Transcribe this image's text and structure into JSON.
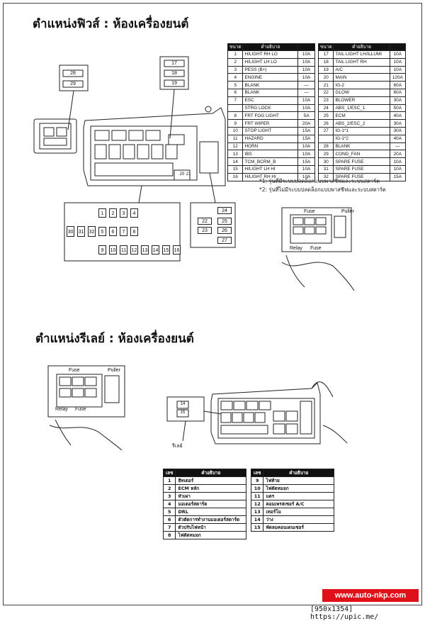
{
  "fuse_section": {
    "title": "ตำแหน่งฟิวส์ : ห้องเครื่องยนต์",
    "table_header": {
      "no": "ขนาด",
      "desc": "คำอธิบาย",
      "amp": ""
    },
    "fuses_left": [
      {
        "no": "1",
        "desc": "H/LIGHT RH LO",
        "amp": "10A"
      },
      {
        "no": "2",
        "desc": "H/LIGHT LH LO",
        "amp": "10A"
      },
      {
        "no": "3",
        "desc": "PESS (B+)",
        "amp": "10A"
      },
      {
        "no": "4",
        "desc": "ENGINE",
        "amp": "10A"
      },
      {
        "no": "5",
        "desc": "BLANK",
        "amp": "—"
      },
      {
        "no": "6",
        "desc": "BLANK",
        "amp": "—"
      },
      {
        "no": "7",
        "desc": "ESC",
        "amp": "10A"
      },
      {
        "no": "",
        "desc": "STRG LOCK",
        "amp": "10A"
      },
      {
        "no": "8",
        "desc": "FRT FOG LIGHT",
        "amp": "5A"
      },
      {
        "no": "9",
        "desc": "FRT WIPER",
        "amp": "20A"
      },
      {
        "no": "10",
        "desc": "STOP LIGHT",
        "amp": "15A"
      },
      {
        "no": "11",
        "desc": "HAZARD",
        "amp": "15A"
      },
      {
        "no": "12",
        "desc": "HORN",
        "amp": "10A"
      },
      {
        "no": "13",
        "desc": "IBS",
        "amp": "10A"
      },
      {
        "no": "14",
        "desc": "TCM_BCRM_B",
        "amp": "15A"
      },
      {
        "no": "15",
        "desc": "H/LIGHT LH HI",
        "amp": "10A"
      },
      {
        "no": "16",
        "desc": "H/LIGHT RH HI",
        "amp": "10A"
      }
    ],
    "fuses_right": [
      {
        "no": "17",
        "desc": "TAIL LIGHT LH/ILLUMI",
        "amp": "10A"
      },
      {
        "no": "18",
        "desc": "TAIL LIGHT RH",
        "amp": "10A"
      },
      {
        "no": "19",
        "desc": "A/C",
        "amp": "10A"
      },
      {
        "no": "20",
        "desc": "MAIN",
        "amp": "120A"
      },
      {
        "no": "21",
        "desc": "IG-2",
        "amp": "60A"
      },
      {
        "no": "22",
        "desc": "GLOW",
        "amp": "60A"
      },
      {
        "no": "23",
        "desc": "BLOWER",
        "amp": "30A"
      },
      {
        "no": "24",
        "desc": "ABS_1/ESC_1",
        "amp": "50A"
      },
      {
        "no": "25",
        "desc": "ECM",
        "amp": "40A"
      },
      {
        "no": "26",
        "desc": "ABS_2/ESC_2",
        "amp": "30A"
      },
      {
        "no": "27",
        "desc": "IG-1*1",
        "amp": "30A"
      },
      {
        "no": "",
        "desc": "IG-1*2",
        "amp": "40A"
      },
      {
        "no": "28",
        "desc": "BLANK",
        "amp": "—"
      },
      {
        "no": "29",
        "desc": "COND_FAN",
        "amp": "20A"
      },
      {
        "no": "30",
        "desc": "SPARE FUSE",
        "amp": "10A"
      },
      {
        "no": "31",
        "desc": "SPARE FUSE",
        "amp": "10A"
      },
      {
        "no": "32",
        "desc": "SPARE FUSE",
        "amp": "15A"
      }
    ],
    "notes": [
      "*1: รุ่นที่มีระบบปลดล็อกแบบพาสซีฟและระบบสตาร์ต",
      "*2: รุ่นที่ไม่มีระบบปลดล็อกแบบพาสซีฟและระบบสตาร์ต"
    ],
    "callout_top_left": [
      "28",
      "29"
    ],
    "callout_top_mid": [
      "17",
      "18",
      "19"
    ],
    "grid_top_row": [
      "1",
      "2",
      "3",
      "4"
    ],
    "grid_mid_row": [
      "5",
      "6",
      "7",
      "8"
    ],
    "grid_side": [
      "30",
      "31",
      "32"
    ],
    "grid_bottom_row": [
      "9",
      "10",
      "11",
      "12",
      "13",
      "14",
      "15",
      "16"
    ],
    "grid_right": [
      "24",
      "22",
      "25",
      "23",
      "26",
      "27"
    ],
    "box_fuse_label": "Fuse",
    "box_puller_label": "Puller",
    "box_relay_label": "Relay",
    "box_fuse2_label": "Fuse",
    "box_fuse_num": "20",
    "box_fuse_num2": "21"
  },
  "relay_section": {
    "title": "ตำแหน่งรีเลย์ : ห้องเครื่องยนต์",
    "box_fuse_label": "Fuse",
    "box_puller_label": "Puller",
    "box_relay_label": "Relay",
    "box_fuse2_label": "Fuse",
    "detail_labels": [
      "14",
      "15"
    ],
    "pointer_label": "รีเลย์",
    "table_header": {
      "no": "เลข",
      "desc": "คำอธิบาย"
    },
    "relays_left": [
      {
        "no": "1",
        "desc": "ฮีทเตอร์"
      },
      {
        "no": "2",
        "desc": "ECM หลัก"
      },
      {
        "no": "3",
        "desc": "หัวเผา"
      },
      {
        "no": "4",
        "desc": "มอเตอร์สตาร์ต"
      },
      {
        "no": "5",
        "desc": "DRL"
      },
      {
        "no": "6",
        "desc": "ตัวตัดการทำงานมอเตอร์สตาร์ต"
      },
      {
        "no": "7",
        "desc": "ตัวปรับไฟหน้า"
      },
      {
        "no": "8",
        "desc": "ไฟตัดหมอก"
      }
    ],
    "relays_right": [
      {
        "no": "9",
        "desc": "ไฟท้าย"
      },
      {
        "no": "10",
        "desc": "ไฟตัดหมอก"
      },
      {
        "no": "11",
        "desc": "แตร"
      },
      {
        "no": "12",
        "desc": "คอมเพรสเซอร์ A/C"
      },
      {
        "no": "13",
        "desc": "เทอร์โม"
      },
      {
        "no": "14",
        "desc": "ว่าง"
      },
      {
        "no": "15",
        "desc": "พัดลมคอนเดนเซอร์"
      }
    ]
  },
  "footer": {
    "site": "www.auto-nkp.com",
    "stamp": "[950x1354] https://upic.me/"
  }
}
